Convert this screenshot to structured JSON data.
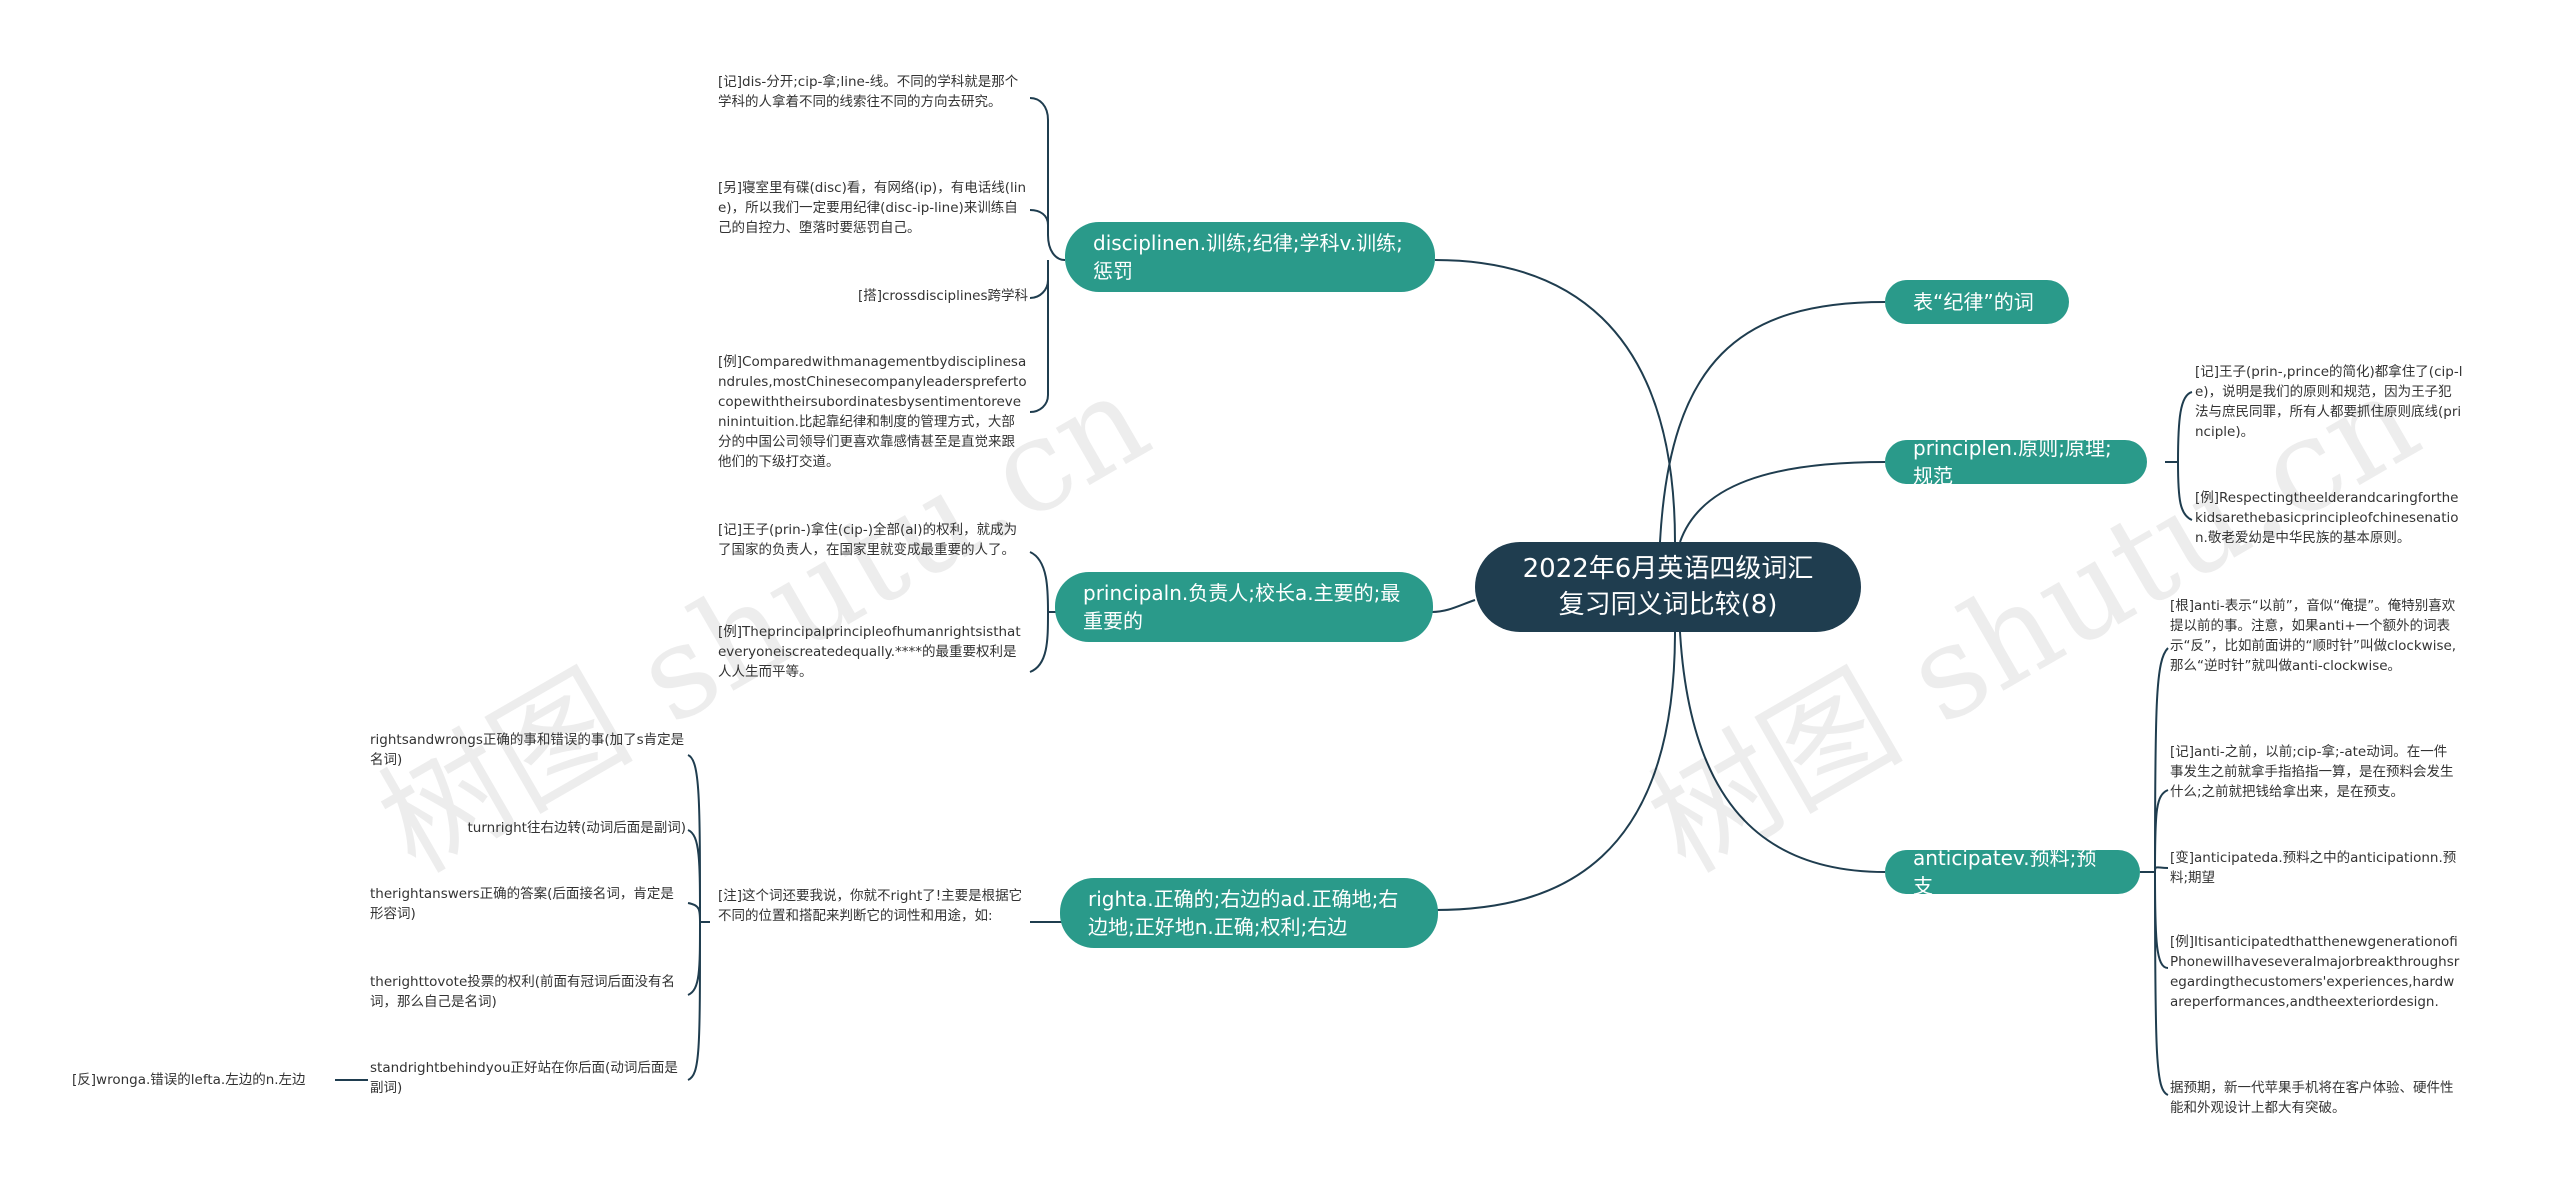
{
  "root": {
    "title": "2022年6月英语四级词汇复习同义词比较(8)"
  },
  "watermarks": [
    "树图 shutu.cn",
    "树图 shutu.cn"
  ],
  "branches": {
    "discipline": "disciplinen.训练;纪律;学科v.训练;惩罚",
    "principal": "principaln.负责人;校长a.主要的;最重要的",
    "right": "righta.正确的;右边的ad.正确地;右边地;正好地n.正确;权利;右边",
    "discipline_word": "表“纪律”的词",
    "principle": "principlen.原则;原理;规范",
    "anticipate": "anticipatev.预料;预支"
  },
  "leaves": {
    "discipline_1": "[记]dis-分开;cip-拿;line-线。不同的学科就是那个学科的人拿着不同的线索往不同的方向去研究。",
    "discipline_2": "[另]寝室里有碟(disc)看，有网络(ip)，有电话线(line)，所以我们一定要用纪律(disc-ip-line)来训练自己的自控力、堕落时要惩罚自己。",
    "discipline_3": "[搭]crossdisciplines跨学科",
    "discipline_4": "[例]Comparedwithmanagementbydisciplinesandrules,mostChinesecompanyleadersprefertocopewiththeirsubordinatesbysentimentoreveninintuition.比起靠纪律和制度的管理方式，大部分的中国公司领导们更喜欢靠感情甚至是直觉来跟他们的下级打交道。",
    "principal_1": "[记]王子(prin-)拿住(cip-)全部(al)的权利，就成为了国家的负责人，在国家里就变成最重要的人了。",
    "principal_2": "[例]Theprincipalprincipleofhumanrightsisthateveryoneiscreatedequally.****的最重要权利是人人生而平等。",
    "right_note": "[注]这个词还要我说，你就不right了!主要是根据它不同的位置和搭配来判断它的词性和用途，如:",
    "right_1": "rightsandwrongs正确的事和错误的事(加了s肯定是名词)",
    "right_2": "turnright往右边转(动词后面是副词)",
    "right_3": "therightanswers正确的答案(后面接名词，肯定是形容词)",
    "right_4": "therighttovote投票的权利(前面有冠词后面没有名词，那么自己是名词)",
    "right_5": "standrightbehindyou正好站在你后面(动词后面是副词)",
    "right_5_sub": "[反]wronga.错误的lefta.左边的n.左边",
    "principle_1": "[记]王子(prin-,prince的简化)都拿住了(cip-le)，说明是我们的原则和规范，因为王子犯法与庶民同罪，所有人都要抓住原则底线(principle)。",
    "principle_2": "[例]Respectingtheelderandcaringforthekidsarethebasicprincipleofchinesenation.敬老爱幼是中华民族的基本原则。",
    "anticipate_1": "[根]anti-表示“以前”，音似“俺提”。俺特别喜欢提以前的事。注意，如果anti+一个额外的词表示“反”，比如前面讲的“顺时针”叫做clockwise,那么“逆时针”就叫做anti-clockwise。",
    "anticipate_2": "[记]anti-之前，以前;cip-拿;-ate动词。在一件事发生之前就拿手指掐指一算，是在预料会发生什么;之前就把钱给拿出来，是在预支。",
    "anticipate_3": "[变]anticipateda.预料之中的anticipationn.预料;期望",
    "anticipate_4": "[例]ItisanticipatedthatthenewgenerationofiPhonewillhaveseveralmajorbreakthroughsregardingthecustomers'experiences,hardwareperformances,andtheexteriordesign.",
    "anticipate_5": "据预期，新一代苹果手机将在客户体验、硬件性能和外观设计上都大有突破。"
  },
  "colors": {
    "root_fill": "#1f3d4f",
    "branch_fill": "#2a9a8a",
    "line": "#1f3d4f",
    "text": "#333333"
  }
}
